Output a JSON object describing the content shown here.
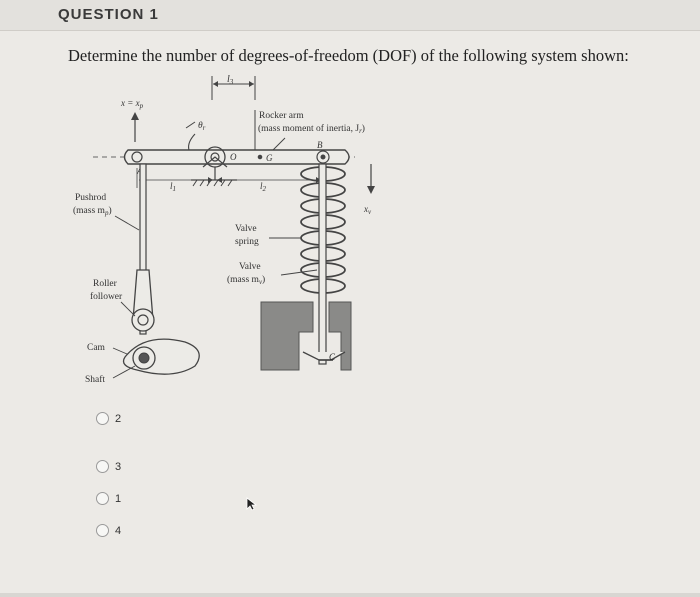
{
  "header": {
    "title": "QUESTION 1"
  },
  "question": {
    "prompt": "Determine the number of degrees-of-freedom (DOF) of the following system shown:"
  },
  "figure": {
    "labels": {
      "x_eq_xp": "x = x",
      "xp_sub": "p",
      "l3": "l",
      "l3_sub": "3",
      "rocker_arm": "Rocker arm",
      "moment_of_inertia": "(mass moment of inertia, J",
      "moment_sub": "r",
      "moment_close": ")",
      "theta": "θ",
      "theta_sub": "r",
      "point_A": "A",
      "point_O": "O",
      "point_G": "G",
      "point_B": "B",
      "point_C": "C",
      "l1": "l",
      "l1_sub": "1",
      "l2": "l",
      "l2_sub": "2",
      "pushrod": "Pushrod",
      "pushrod_mass": "(mass m",
      "pushrod_mass_sub": "p",
      "pushrod_mass_close": ")",
      "valve_spring_1": "Valve",
      "valve_spring_2": "spring",
      "valve_1": "Valve",
      "valve_mass": "(mass m",
      "valve_mass_sub": "v",
      "valve_mass_close": ")",
      "xv": "x",
      "xv_sub": "v",
      "roller_1": "Roller",
      "roller_2": "follower",
      "cam": "Cam",
      "shaft": "Shaft"
    }
  },
  "options": [
    {
      "label": "2",
      "selected": false
    },
    {
      "label": "3",
      "selected": false
    },
    {
      "label": "1",
      "selected": false
    },
    {
      "label": "4",
      "selected": false
    }
  ],
  "icons": {
    "cursor": "mouse-pointer-icon",
    "radio": "radio-button-icon"
  }
}
